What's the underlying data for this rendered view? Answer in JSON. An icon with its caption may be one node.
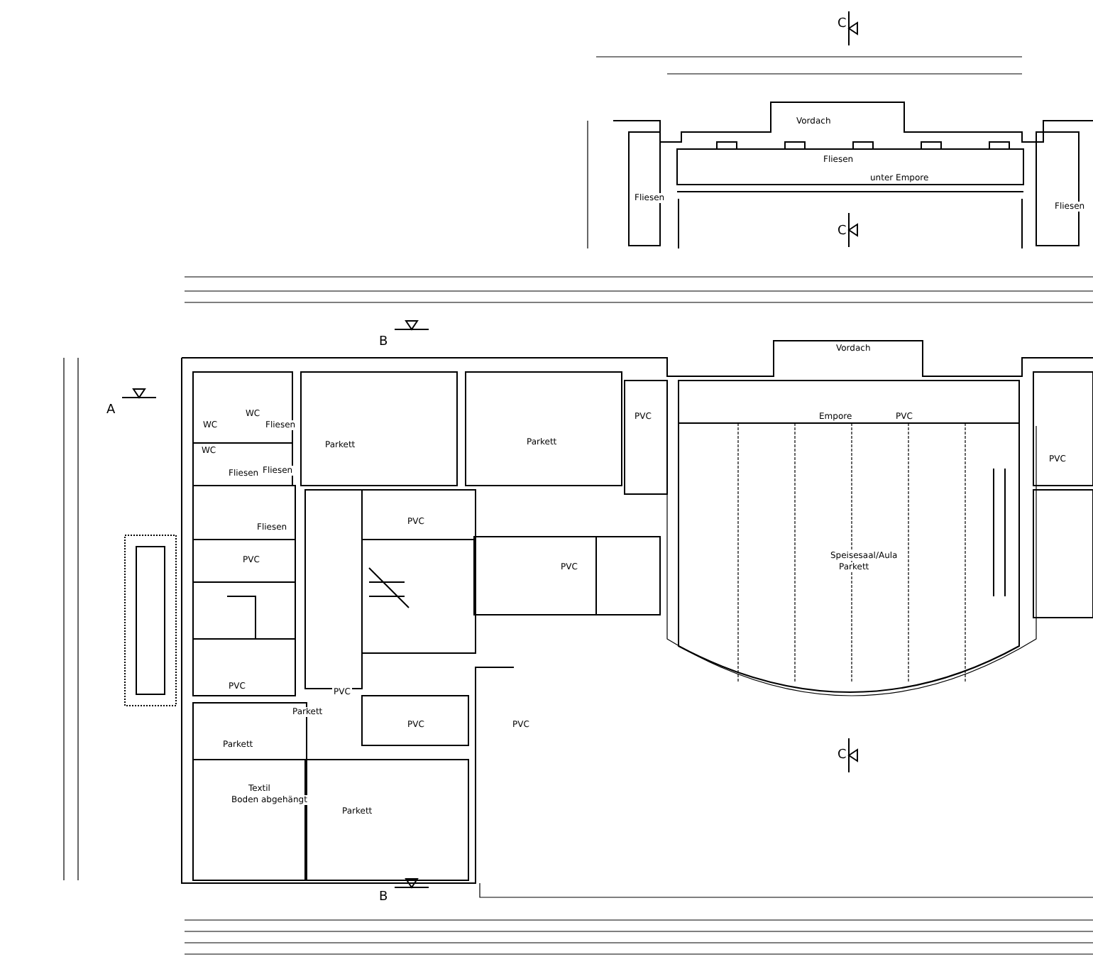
{
  "diagram": {
    "labels": [
      "C",
      "Vordach",
      "Fliesen",
      "Fliesen",
      "unter Empore",
      "Fliesen",
      "C",
      "B",
      "A",
      "Vordach",
      "WC",
      "WC",
      "Fliesen",
      "WC",
      "Fliesen",
      "Fliesen",
      "Fliesen",
      "Parkett",
      "Parkett",
      "PVC",
      "PVC",
      "PVC",
      "Empore",
      "PVC",
      "PVC",
      "PVC",
      "Speisesaal/Aula",
      "Parkett",
      "PVC",
      "PVC",
      "Parkett",
      "Parkett",
      "Textil",
      "Boden abgehängt",
      "PVC",
      "PVC",
      "Parkett",
      "C",
      "B"
    ]
  }
}
